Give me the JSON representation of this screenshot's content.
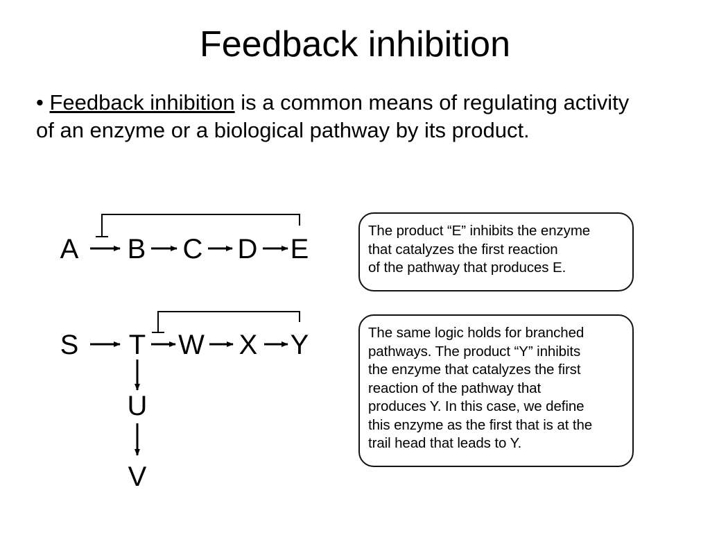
{
  "slide": {
    "title": "Feedback inhibition",
    "bullet": {
      "marker": "•",
      "term": "Feedback inhibition",
      "text": " is a common means of regulating activity of an enzyme or a biological pathway by its product."
    }
  },
  "pathway_1": {
    "nodes": [
      "A",
      "B",
      "C",
      "D",
      "E"
    ]
  },
  "pathway_2": {
    "nodes": [
      "S",
      "T",
      "W",
      "X",
      "Y"
    ],
    "branch_nodes": [
      "U",
      "V"
    ]
  },
  "callouts": [
    {
      "text": "The product “E” inhibits the enzyme\nthat catalyzes the first reaction\nof the pathway that produces E."
    },
    {
      "text": "The same logic holds for branched\npathways. The product “Y” inhibits\nthe enzyme that catalyzes the first\nreaction of the pathway that\nproduces Y. In this case, we define\nthis enzyme as the first that is at the\ntrail head that leads to Y."
    }
  ]
}
